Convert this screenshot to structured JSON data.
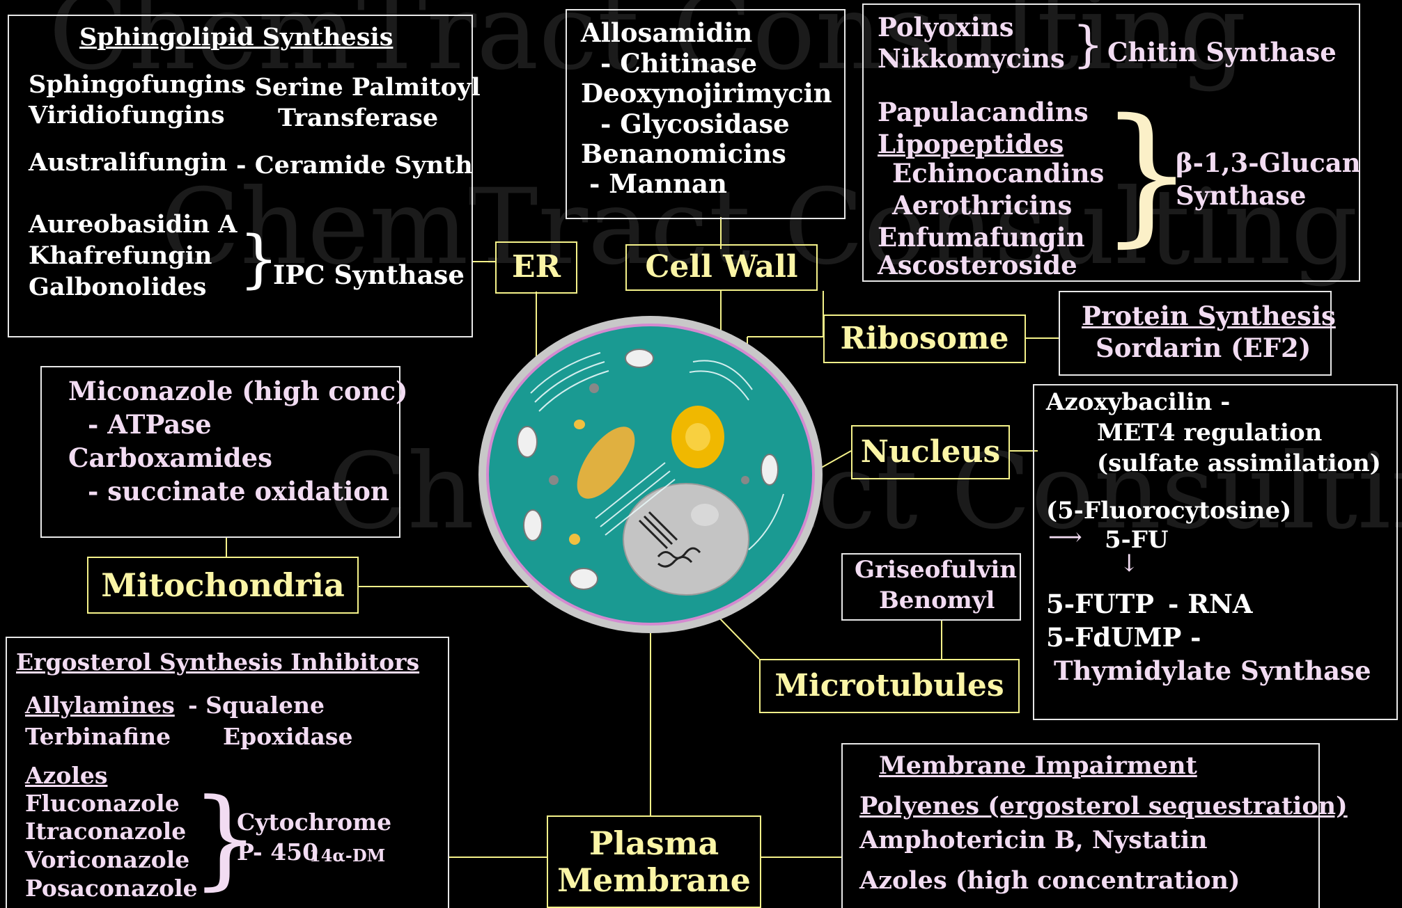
{
  "watermark": "ChemTract Consulting",
  "sphingolipid": {
    "title": "Sphingolipid Synthesis",
    "row1_left": [
      "Sphingofungins",
      "Viridiofungins"
    ],
    "row1_right": [
      "- Serine Palmitoyl",
      "Transferase"
    ],
    "row2_left": "Australifungin",
    "row2_right": "- Ceramide Synth",
    "row3_left": [
      "Aureobasidin A",
      "Khafrefungin",
      "Galbonolides"
    ],
    "row3_right": "IPC Synthase"
  },
  "cellwall_box": {
    "lines": [
      "Allosamidin",
      "- Chitinase",
      "Deoxynojirimycin",
      "- Glycosidase",
      "Benanomicins",
      "-  Mannan"
    ]
  },
  "chitin": {
    "drugs": [
      "Polyoxins",
      "Nikkomycins"
    ],
    "target": "Chitin Synthase",
    "glucan_drugs": [
      "Papulacandins",
      "Lipopeptides",
      "Echinocandins",
      "Aerothricins",
      "Enfumafungin",
      "Ascosteroside"
    ],
    "glucan_target": [
      "β-1,3-Glucan",
      "Synthase"
    ]
  },
  "labels": {
    "er": "ER",
    "cellwall": "Cell Wall",
    "ribosome": "Ribosome",
    "nucleus": "Nucleus",
    "mitochondria": "Mitochondria",
    "microtubules": "Microtubules",
    "plasma": [
      "Plasma",
      "Membrane"
    ]
  },
  "protein": {
    "title": "Protein Synthesis",
    "line": "Sordarin (EF2)"
  },
  "mito_box": {
    "lines": [
      "Miconazole (high conc)",
      "- ATPase",
      "Carboxamides",
      "- succinate oxidation"
    ]
  },
  "nucleus_box": {
    "l1": "Azoxybacilin -",
    "l2": "MET4 regulation",
    "l3": "(sulfate assimilation)",
    "l4": "(5-Fluorocytosine)",
    "l5": "5-FU",
    "l6a": "5-FUTP",
    "l6b": "- RNA",
    "l7": "5-FdUMP -",
    "l8": "Thymidylate Synthase"
  },
  "microtubule_box": {
    "lines": [
      "Griseofulvin",
      "Benomyl"
    ]
  },
  "ergosterol": {
    "title": "Ergosterol Synthesis Inhibitors",
    "allyl_title": "Allylamines",
    "allyl_drug": "Terbinafine",
    "allyl_target": [
      "-  Squalene",
      "Epoxidase"
    ],
    "azole_title": "Azoles",
    "azoles": [
      "Fluconazole",
      "Itraconazole",
      "Voriconazole",
      "Posaconazole"
    ],
    "azole_target": [
      "Cytochrome",
      "P- 450"
    ],
    "azole_target_small": "14α-DM"
  },
  "membrane": {
    "title": "Membrane Impairment",
    "polyenes": "Polyenes (ergosterol sequestration)",
    "drugs": "Amphotericin B, Nystatin",
    "azoles": "Azoles (high concentration)"
  },
  "colors": {
    "label_border": "#f5f28a",
    "label_text": "#fbf5a6",
    "cell_fill": "#1a9a92",
    "nucleus_fill": "#c4c4c4"
  }
}
